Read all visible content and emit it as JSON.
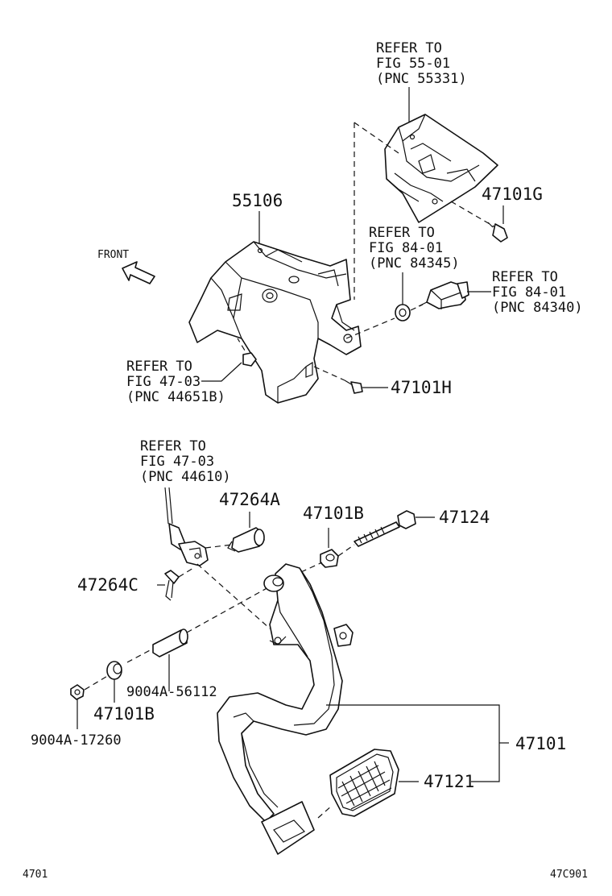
{
  "front_arrow": {
    "label": "FRONT"
  },
  "refs": {
    "ref_55": [
      "REFER TO",
      "FIG 55-01",
      "(PNC 55331)"
    ],
    "ref_84a": [
      "REFER TO",
      "FIG 84-01",
      "(PNC 84345)"
    ],
    "ref_84b": [
      "REFER TO",
      "FIG 84-01",
      "(PNC 84340)"
    ],
    "ref_47a": [
      "REFER TO",
      "FIG 47-03",
      "(PNC 44651B)"
    ],
    "ref_47b": [
      "REFER TO",
      "FIG 47-03",
      "(PNC 44610)"
    ]
  },
  "parts": {
    "p55106": "55106",
    "p47101G": "47101G",
    "p47101H": "47101H",
    "p47264A": "47264A",
    "p47101B_top": "47101B",
    "p47124": "47124",
    "p47264C": "47264C",
    "p9004A_56112": "9004A-56112",
    "p47101B_bottom": "47101B",
    "p9004A_17260": "9004A-17260",
    "p47101": "47101",
    "p47121": "47121"
  },
  "footer": {
    "left_code": "4701",
    "right_code": "47C901"
  }
}
